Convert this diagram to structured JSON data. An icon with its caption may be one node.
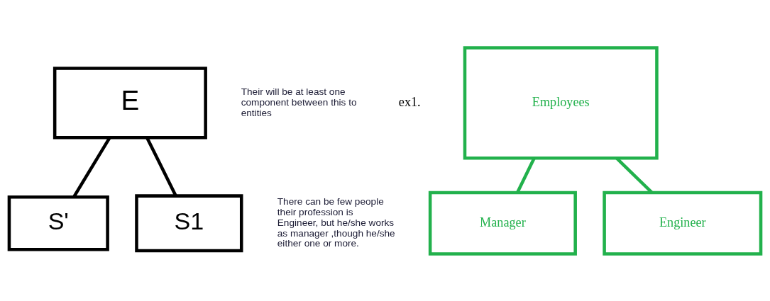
{
  "diagram": {
    "nodes": [
      {
        "text": [
          "E"
        ]
      },
      {
        "text": [
          "S'"
        ]
      },
      {
        "text": [
          "S1"
        ]
      },
      {
        "text": [
          "Employees"
        ]
      },
      {
        "text": [
          "Manager"
        ]
      },
      {
        "text": [
          "Engineer"
        ]
      }
    ],
    "edges": [
      {
        "from": 0,
        "to": 1,
        "arrow": "none"
      },
      {
        "from": 0,
        "to": 2,
        "arrow": "none"
      },
      {
        "from": 3,
        "to": 4,
        "arrow": "none",
        "color": "#22b14c"
      },
      {
        "from": 3,
        "to": 5,
        "arrow": "none",
        "color": "#22b14c"
      }
    ],
    "labels": [
      "Their will be at least one component between this to entities",
      "ex1.",
      "There can be few people their profession is Engineer, but he/she works as manager ,though he/she either one or more."
    ]
  }
}
